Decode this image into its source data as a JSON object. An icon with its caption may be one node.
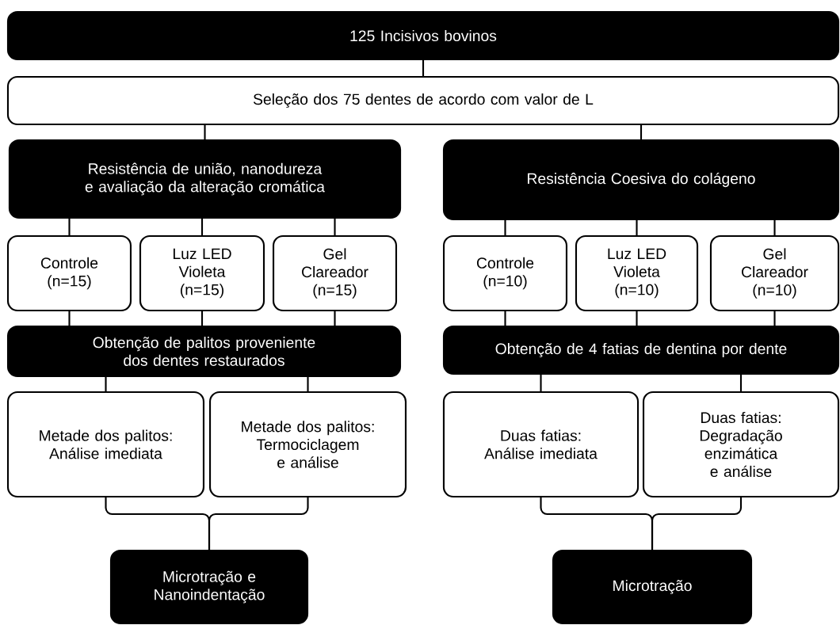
{
  "diagram": {
    "nodes": [
      {
        "text": [
          "125 Incisivos bovinos"
        ]
      },
      {
        "text": [
          "Seleção dos 75 dentes de acordo com valor de L"
        ]
      },
      {
        "text": [
          "Resistência de união, nanodureza e avaliação da alteração cromática"
        ]
      },
      {
        "text": [
          "Resistência Coesiva do colágeno"
        ]
      },
      {
        "text": [
          "Controle (n=15)"
        ]
      },
      {
        "text": [
          "Luz LED Violeta (n=15)"
        ]
      },
      {
        "text": [
          "Gel Clareador (n=15)"
        ]
      },
      {
        "text": [
          "Controle (n=10)"
        ]
      },
      {
        "text": [
          "Luz LED Violeta (n=10)"
        ]
      },
      {
        "text": [
          "Gel Clareador (n=10)"
        ]
      },
      {
        "text": [
          "Obtenção de palitos proveniente dos dentes restaurados"
        ]
      },
      {
        "text": [
          "Obtenção de 4 fatias de dentina por dente"
        ]
      },
      {
        "text": [
          "Metade dos palitos: Análise imediata"
        ]
      },
      {
        "text": [
          "Metade dos palitos: Termociclagem e análise"
        ]
      },
      {
        "text": [
          "Duas fatias: Análise imediata"
        ]
      },
      {
        "text": [
          "Duas fatias: Degradação enzimática e análise"
        ]
      },
      {
        "text": [
          "Microtração e Nanoindentação"
        ]
      },
      {
        "text": [
          "Microtração"
        ]
      }
    ],
    "edges": [
      {
        "from": 0,
        "to": 1,
        "arrow": "none"
      },
      {
        "from": 1,
        "to": 2,
        "arrow": "none"
      },
      {
        "from": 1,
        "to": 3,
        "arrow": "none"
      },
      {
        "from": 2,
        "to": 4,
        "arrow": "none"
      },
      {
        "from": 2,
        "to": 5,
        "arrow": "none"
      },
      {
        "from": 2,
        "to": 6,
        "arrow": "none"
      },
      {
        "from": 3,
        "to": 7,
        "arrow": "none"
      },
      {
        "from": 3,
        "to": 8,
        "arrow": "none"
      },
      {
        "from": 3,
        "to": 9,
        "arrow": "none"
      },
      {
        "from": 4,
        "to": 10,
        "arrow": "none"
      },
      {
        "from": 5,
        "to": 10,
        "arrow": "none"
      },
      {
        "from": 6,
        "to": 10,
        "arrow": "none"
      },
      {
        "from": 7,
        "to": 11,
        "arrow": "none"
      },
      {
        "from": 8,
        "to": 11,
        "arrow": "none"
      },
      {
        "from": 9,
        "to": 11,
        "arrow": "none"
      },
      {
        "from": 10,
        "to": 12,
        "arrow": "none"
      },
      {
        "from": 10,
        "to": 13,
        "arrow": "none"
      },
      {
        "from": 11,
        "to": 14,
        "arrow": "none"
      },
      {
        "from": 11,
        "to": 15,
        "arrow": "none"
      },
      {
        "from": 12,
        "to": 16,
        "arrow": "none"
      },
      {
        "from": 13,
        "to": 16,
        "arrow": "none"
      },
      {
        "from": 14,
        "to": 17,
        "arrow": "none"
      },
      {
        "from": 15,
        "to": 17,
        "arrow": "none"
      }
    ]
  }
}
